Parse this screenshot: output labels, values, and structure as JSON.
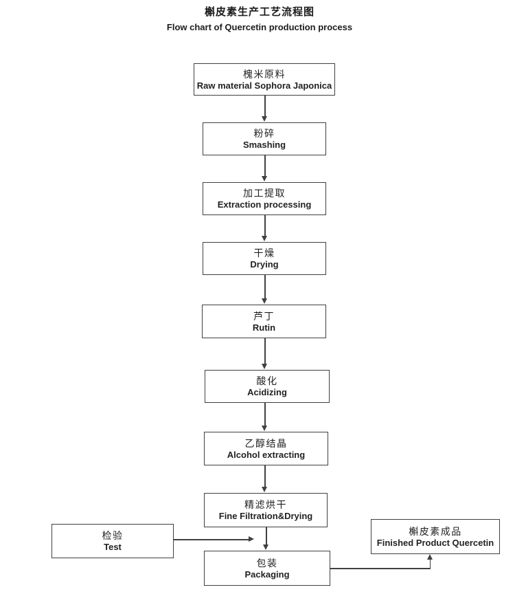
{
  "header": {
    "title_zh": "槲皮素生产工艺流程图",
    "title_en": "Flow chart of Quercetin production process"
  },
  "nodes": {
    "raw": {
      "zh": "槐米原料",
      "en": "Raw material Sophora Japonica"
    },
    "smash": {
      "zh": "粉碎",
      "en": "Smashing"
    },
    "extract": {
      "zh": "加工提取",
      "en": "Extraction processing"
    },
    "dry": {
      "zh": "干燥",
      "en": "Drying"
    },
    "rutin": {
      "zh": "芦丁",
      "en": "Rutin"
    },
    "acid": {
      "zh": "酸化",
      "en": "Acidizing"
    },
    "alcohol": {
      "zh": "乙醇结晶",
      "en": "Alcohol extracting"
    },
    "fine": {
      "zh": "精滤烘干",
      "en": "Fine Filtration&Drying"
    },
    "test": {
      "zh": "检验",
      "en": "Test"
    },
    "pack": {
      "zh": "包装",
      "en": "Packaging"
    },
    "finished": {
      "zh": "槲皮素成品",
      "en": "Finished Product Quercetin"
    }
  },
  "flow_order": [
    "raw",
    "smash",
    "extract",
    "dry",
    "rutin",
    "acid",
    "alcohol",
    "fine",
    "pack"
  ],
  "side_links": [
    {
      "from": "test",
      "to": "fine-pack-connector",
      "direction": "right"
    },
    {
      "from": "pack",
      "to": "finished",
      "direction": "right-up"
    }
  ],
  "colors": {
    "background": "#ffffff",
    "box_border": "#3f3f3f",
    "line": "#404040",
    "text": "#222222"
  }
}
